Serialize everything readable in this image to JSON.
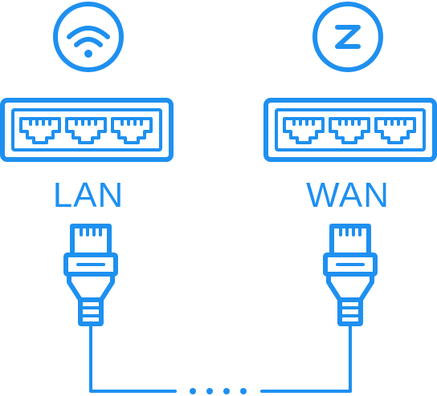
{
  "colors": {
    "accent": "#1e90f0",
    "background": "#ffffff"
  },
  "icons": {
    "lan_badge": "wifi-icon",
    "wan_badge": "z-letter-badge-icon",
    "port": "ethernet-port-icon",
    "plug": "ethernet-plug-icon"
  },
  "lan": {
    "label": "LAN",
    "port_count": 3
  },
  "wan": {
    "label": "WAN",
    "badge_text": "Z",
    "port_count": 3
  },
  "cable": {
    "dot_count": 4
  }
}
